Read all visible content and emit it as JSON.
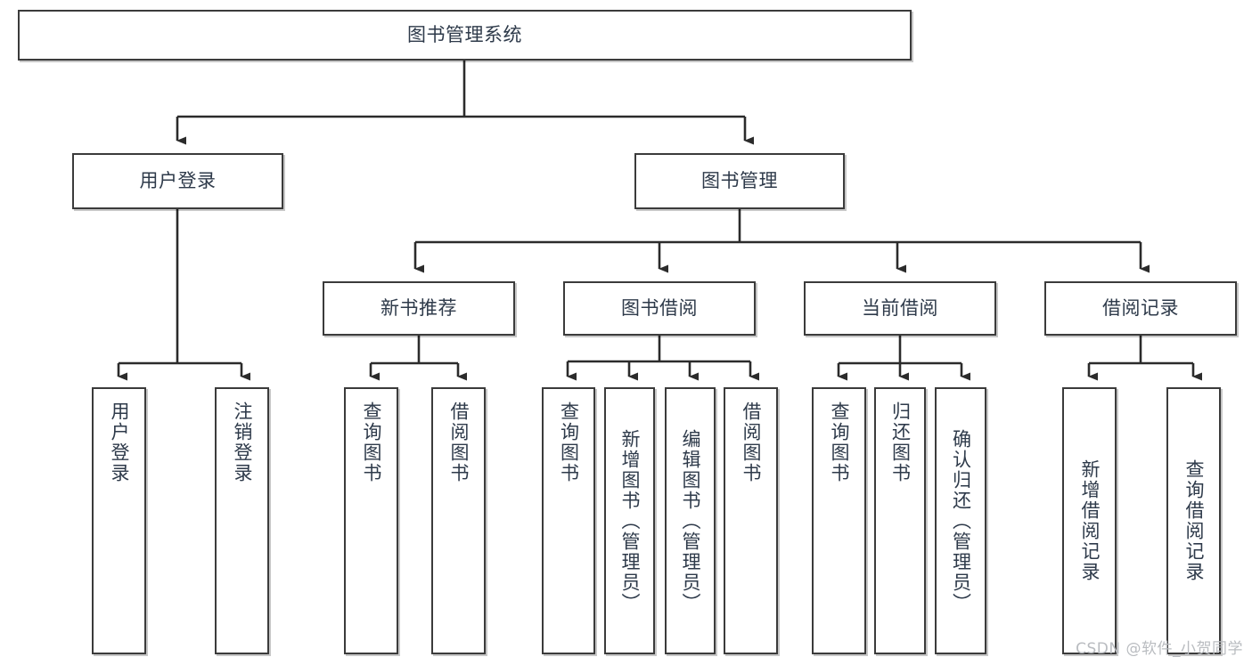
{
  "diagram": {
    "type": "tree",
    "title": "图书管理系统",
    "watermark": "CSDN @软件_小贺同学",
    "colors": {
      "box_border": "#3b3b3b",
      "box_fill": "#ffffff",
      "text": "#2e3a4a",
      "connector": "#2b2b2b",
      "watermark": "#b9bcc0"
    },
    "root": {
      "label": "图书管理系统"
    },
    "level2": [
      {
        "label": "用户登录"
      },
      {
        "label": "图书管理"
      }
    ],
    "level3": [
      {
        "label": "新书推荐"
      },
      {
        "label": "图书借阅"
      },
      {
        "label": "当前借阅"
      },
      {
        "label": "借阅记录"
      }
    ],
    "leaves": {
      "user_login": [
        {
          "label": "用户登录"
        },
        {
          "label": "注销登录"
        }
      ],
      "new_book": [
        {
          "label": "查询图书"
        },
        {
          "label": "借阅图书"
        }
      ],
      "book_borrow": [
        {
          "label": "查询图书"
        },
        {
          "label": "新增图书（管理员）"
        },
        {
          "label": "编辑图书（管理员）"
        },
        {
          "label": "借阅图书"
        }
      ],
      "current_borrow": [
        {
          "label": "查询图书"
        },
        {
          "label": "归还图书"
        },
        {
          "label": "确认归还（管理员）"
        }
      ],
      "borrow_record": [
        {
          "label": "新增借阅记录"
        },
        {
          "label": "查询借阅记录"
        }
      ]
    }
  }
}
